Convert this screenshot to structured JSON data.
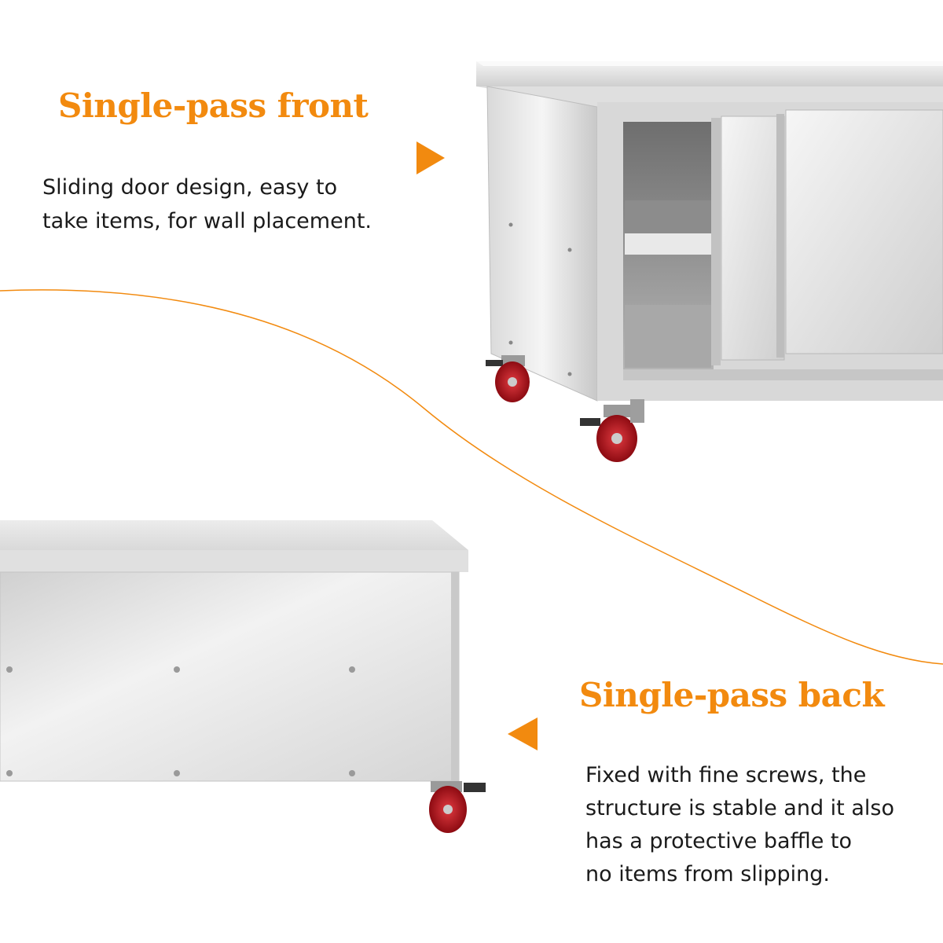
{
  "colors": {
    "accent": "#F28A0F",
    "text": "#1a1a1a",
    "steel_light": "#eeeeee",
    "steel_dark": "#a9a9a9",
    "wheel": "#c8101c"
  },
  "front": {
    "title": "Single-pass front",
    "description_lines": [
      "Sliding door design, easy to",
      "take items, for wall placement."
    ],
    "image_subject": "stainless steel cabinet front with sliding doors and casters",
    "pointer_icon": "arrow-right-icon"
  },
  "back": {
    "title": "Single-pass back",
    "description_lines": [
      "Fixed with fine screws, the",
      "structure is stable and it also",
      "has a protective baffle to",
      "no items from slipping."
    ],
    "image_subject": "stainless steel cabinet back panel with screws and casters",
    "pointer_icon": "arrow-left-icon"
  }
}
